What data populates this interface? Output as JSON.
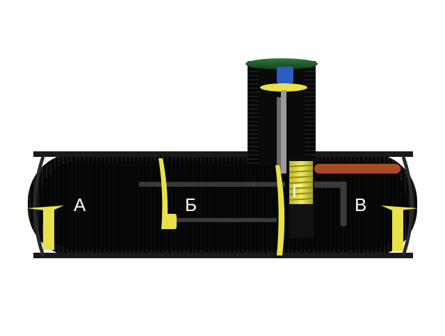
{
  "diagram": {
    "labels": {
      "a": "А",
      "b": "Б",
      "v": "В",
      "g": "Г"
    },
    "colors": {
      "background": "#ffffff",
      "tank_body": "#0a0a0a",
      "rib": "#1c1c1c",
      "yellow": "#e8e14a",
      "pipe": "#3a3a3a",
      "lid": "#1f5a2a",
      "pump": "#2a5cc4",
      "outlet": "#a84a23"
    }
  }
}
